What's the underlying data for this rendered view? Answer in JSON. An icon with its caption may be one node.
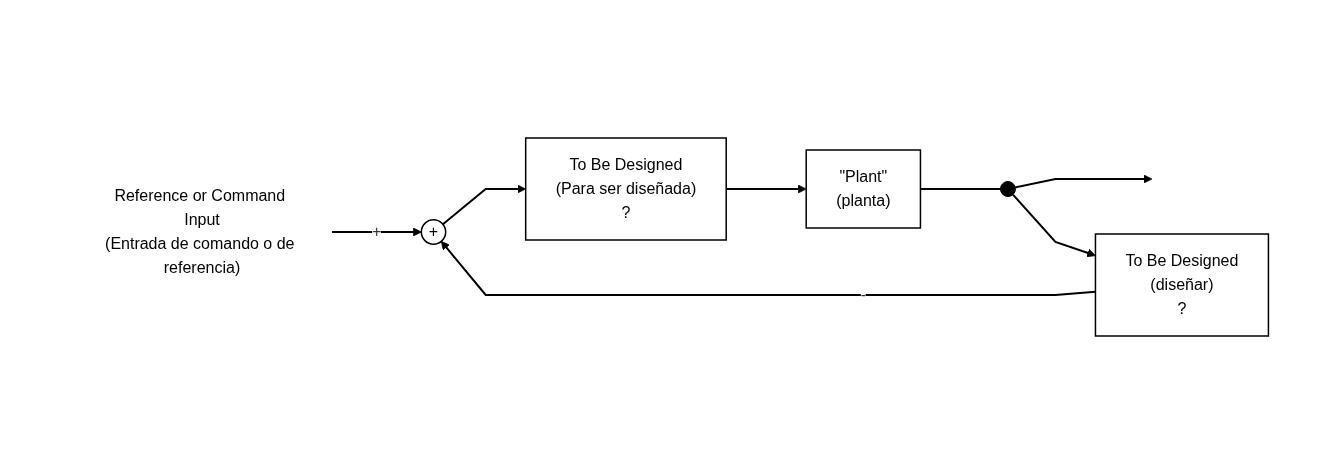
{
  "diagram": {
    "nodes": [
      {
        "text": [
          "Reference or Command Input",
          "(Entrada de comando o de referencia)"
        ]
      },
      {
        "text": [
          "+"
        ]
      },
      {
        "text": [
          "To Be Designed",
          "(Para ser diseñada)",
          "?"
        ]
      },
      {
        "text": [
          "\"Plant\"",
          "(planta)"
        ]
      },
      {
        "text": [],
        "shape": "circle"
      },
      {
        "text": [
          "To Be Designed",
          "(diseñar)",
          "?"
        ]
      }
    ],
    "edges": [
      {
        "from": 0,
        "to": 1,
        "arrow": "to",
        "label": "+"
      },
      {
        "from": 1,
        "to": 2,
        "arrow": "to"
      },
      {
        "from": 2,
        "to": 3,
        "arrow": "to"
      },
      {
        "from": 3,
        "to": 4,
        "arrow": "none"
      },
      {
        "from": 4,
        "to": null,
        "arrow": "to"
      },
      {
        "from": 4,
        "to": 5,
        "arrow": "to"
      },
      {
        "from": 5,
        "to": 1,
        "arrow": "to",
        "label": "-"
      }
    ]
  }
}
